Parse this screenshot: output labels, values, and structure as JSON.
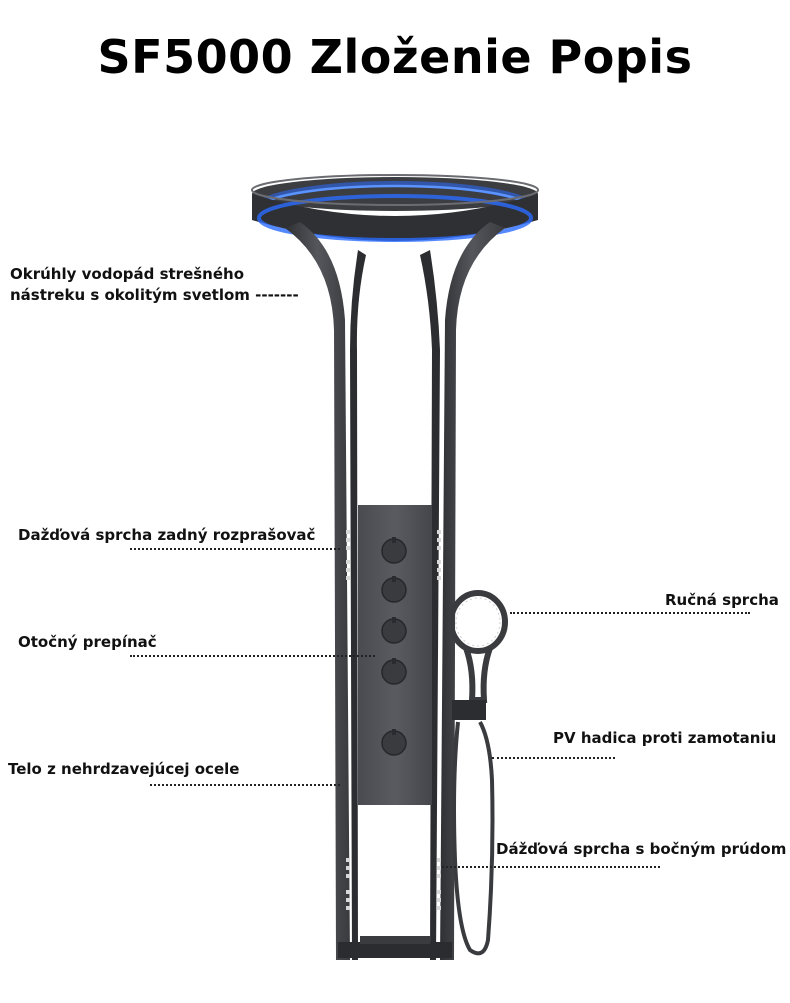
{
  "title": "SF5000 Zloženie Popis",
  "labels": {
    "roof_line1": "Okrúhly vodopád strešného",
    "roof_line2": "nástreku s okolitým svetlom -------",
    "back_spray": "Dažďová sprcha zadný rozprašovač",
    "rotary": "Otočný prepínač",
    "body": "Telo z nehrdzavejúcej ocele",
    "hand": "Ručná sprcha",
    "hose": "PV hadica proti zamotaniu",
    "side_spray": "Dážďová sprcha s bočným prúdom"
  },
  "colors": {
    "frame": "#4a4b4f",
    "frame_dark": "#2e2f33",
    "led": "#2a6cff"
  }
}
